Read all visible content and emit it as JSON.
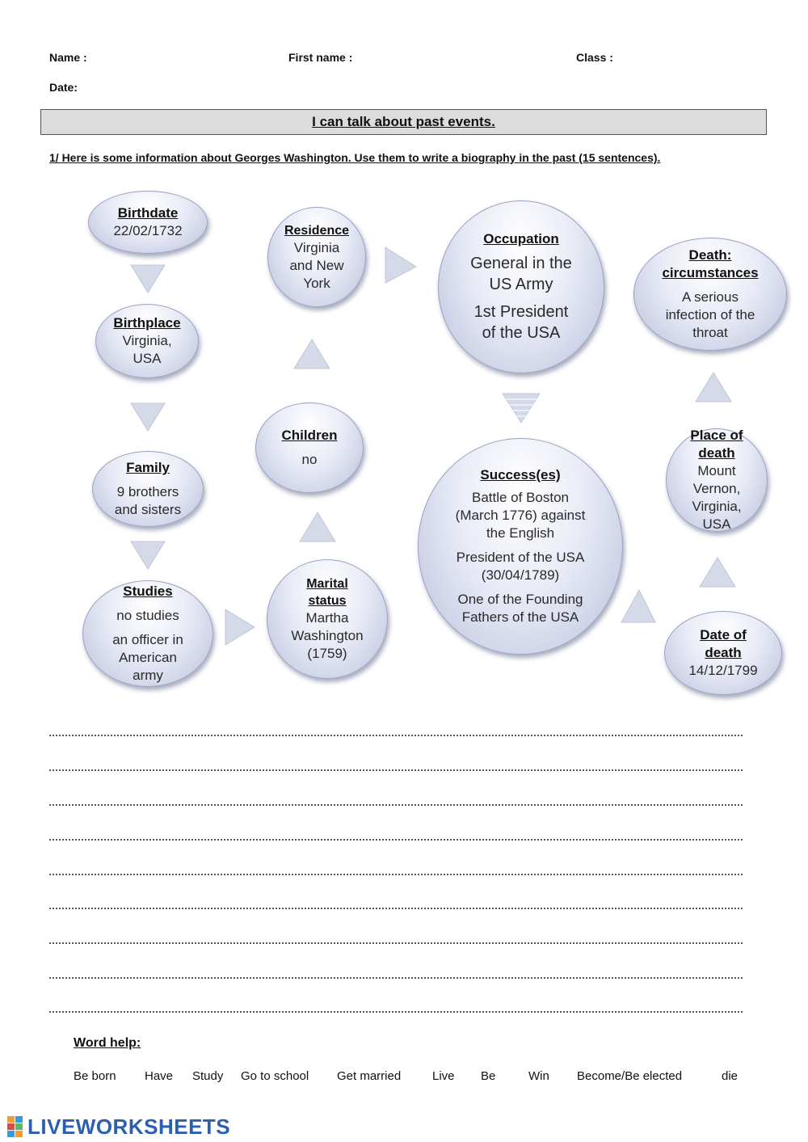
{
  "header": {
    "name_label": "Name :",
    "first_name_label": "First name :",
    "class_label": "Class :",
    "date_label": "Date:"
  },
  "title": "I can talk about past events.",
  "instruction": "1/ Here is some information about Georges Washington. Use them to write a biography in the past (15 sentences).",
  "nodes": {
    "birthdate": {
      "title": "Birthdate",
      "lines": [
        "22/02/1732"
      ]
    },
    "birthplace": {
      "title": "Birthplace",
      "lines": [
        "Virginia,",
        "USA"
      ]
    },
    "family": {
      "title": "Family",
      "lines": [
        "9 brothers",
        "and sisters"
      ]
    },
    "studies": {
      "title": "Studies",
      "lines": [
        "no studies",
        "an officer in",
        "American",
        "army"
      ]
    },
    "marital": {
      "title1": "Marital",
      "title2": "status",
      "lines": [
        "Martha",
        "Washington",
        "(1759)"
      ]
    },
    "children": {
      "title": "Children",
      "lines": [
        "no"
      ]
    },
    "residence": {
      "title": "Residence",
      "lines": [
        "Virginia",
        "and New",
        "York"
      ]
    },
    "occupation": {
      "title": "Occupation",
      "lines": [
        "General in the",
        "US Army",
        "1st President",
        "of the USA"
      ]
    },
    "successes": {
      "title": "Success(es)",
      "lines": [
        "Battle of Boston",
        "(March 1776) against",
        "the English",
        "President of the USA",
        "(30/04/1789)",
        "One of the Founding",
        "Fathers of the USA"
      ]
    },
    "date_of_death": {
      "title1": "Date of",
      "title2": "death",
      "lines": [
        "14/12/1799"
      ]
    },
    "place_of_death": {
      "title1": "Place of",
      "title2": "death",
      "lines": [
        "Mount",
        "Vernon,",
        "Virginia,",
        "USA"
      ]
    },
    "death_circumstances": {
      "title1": "Death:",
      "title2": "circumstances",
      "lines": [
        "A serious",
        "infection of the",
        "throat"
      ]
    }
  },
  "word_help": {
    "title": "Word help:",
    "words": [
      "Be born",
      "Have",
      "Study",
      "Go to school",
      "Get married",
      "Live",
      "Be",
      "Win",
      "Become/Be elected",
      "die"
    ]
  },
  "brand": "LIVEWORKSHEETS"
}
